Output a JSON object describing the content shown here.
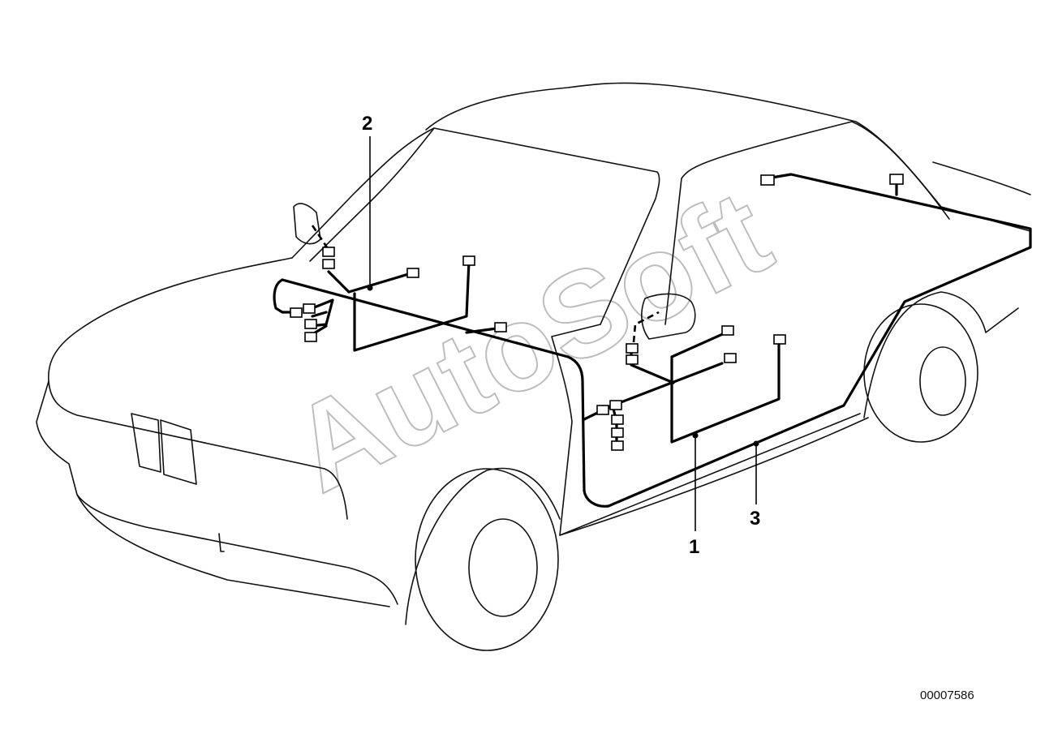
{
  "callouts": {
    "c1": "1",
    "c2": "2",
    "c3": "3"
  },
  "drawing_number": "00007586",
  "watermark": "AutoSoft",
  "colors": {
    "line": "#111111",
    "harness": "#000000",
    "watermark": "#bdbdbd",
    "background": "#ffffff"
  }
}
